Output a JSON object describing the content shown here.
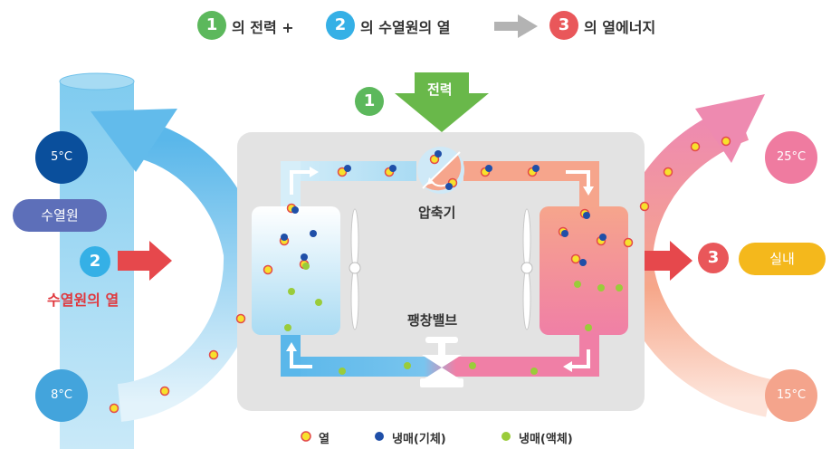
{
  "header": {
    "step1_num": "1",
    "step1_text": "의 전력 +",
    "step2_num": "2",
    "step2_text": "의 수열원의 열",
    "step3_num": "3",
    "step3_text": "의 열에너지"
  },
  "power": {
    "num": "1",
    "label": "전력"
  },
  "compressor_label": "압축기",
  "expansion_valve_label": "팽창밸브",
  "left": {
    "temp_top": "5°C",
    "source_label": "수열원",
    "num": "2",
    "heat_label": "수열원의 열",
    "temp_bottom": "8°C"
  },
  "right": {
    "temp_top": "25°C",
    "num": "3",
    "indoor_label": "실내",
    "temp_bottom": "15°C"
  },
  "legend": {
    "heat": "열",
    "gas": "냉매(기체)",
    "liquid": "냉매(액체)"
  },
  "colors": {
    "green": "#5cb85c",
    "blue": "#35b0e6",
    "red": "#e9575a",
    "navy": "#1f4fa8",
    "yellow": "#f4b81c",
    "pink": "#ef7ba0"
  }
}
